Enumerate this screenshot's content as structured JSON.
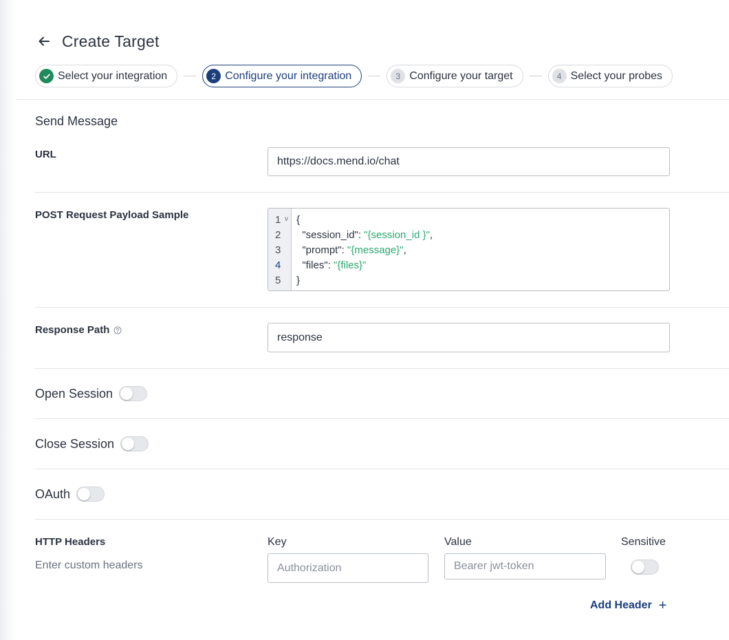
{
  "header": {
    "title": "Create Target"
  },
  "stepper": {
    "steps": [
      {
        "number": "✓",
        "label": "Select your integration",
        "state": "done"
      },
      {
        "number": "2",
        "label": "Configure your integration",
        "state": "active"
      },
      {
        "number": "3",
        "label": "Configure your target",
        "state": "pending"
      },
      {
        "number": "4",
        "label": "Select your probes",
        "state": "pending"
      }
    ]
  },
  "section": {
    "title": "Send Message"
  },
  "url": {
    "label": "URL",
    "value": "https://docs.mend.io/chat"
  },
  "payload": {
    "label": "POST Request Payload Sample",
    "line_numbers": [
      "1",
      "2",
      "3",
      "4",
      "5"
    ],
    "fold_marker": "v",
    "lines": {
      "open_brace": "{",
      "l2_key": "  \"session_id\": ",
      "l2_val": "\"{session_id }\"",
      "l2_end": ",",
      "l3_key": "  \"prompt\": ",
      "l3_val": "\"{message}\"",
      "l3_end": ",",
      "l4_key": "  \"files\": ",
      "l4_val": "\"{files}\"",
      "close_brace": "}"
    }
  },
  "response_path": {
    "label": "Response Path",
    "value": "response"
  },
  "toggles": {
    "open_session": {
      "label": "Open Session",
      "on": false
    },
    "close_session": {
      "label": "Close Session",
      "on": false
    },
    "oauth": {
      "label": "OAuth",
      "on": false
    }
  },
  "http_headers": {
    "label": "HTTP Headers",
    "description": "Enter custom headers",
    "key_label": "Key",
    "value_label": "Value",
    "sensitive_label": "Sensitive",
    "key_placeholder": "Authorization",
    "value_placeholder": "Bearer jwt-token",
    "add_label": "Add Header",
    "add_icon": "+"
  },
  "colors": {
    "primary": "#1c3f7c",
    "success": "#1f8a5c",
    "code_string": "#2aa86f",
    "border": "#b9bdc4",
    "divider": "#e2e4e8"
  },
  "icons": [
    "back-arrow-icon",
    "check-icon",
    "help-circle-icon",
    "fold-chevron-icon",
    "plus-icon"
  ]
}
